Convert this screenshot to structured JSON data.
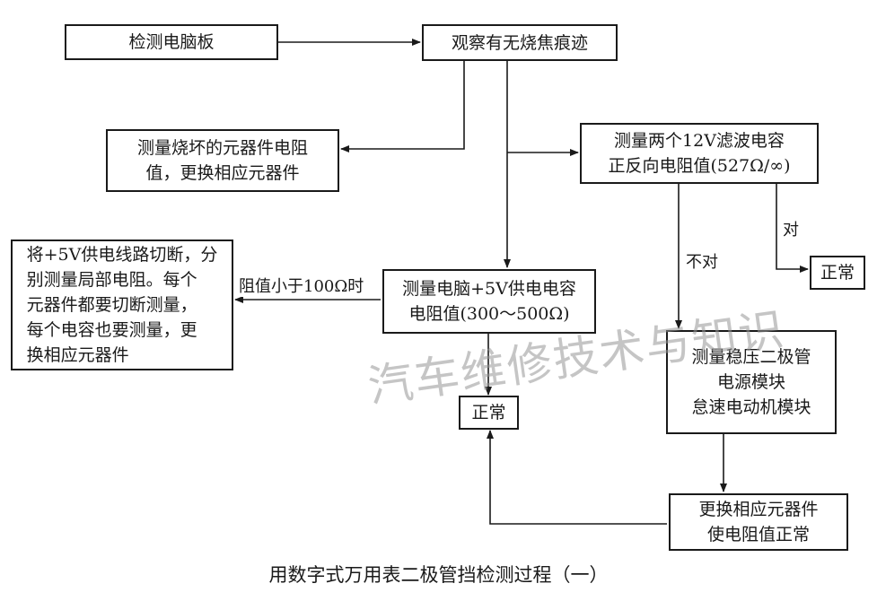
{
  "nodes": {
    "n1": "检测电脑板",
    "n2": "观察有无烧焦痕迹",
    "n3": "测量烧坏的元器件电阻\n值，更换相应元器件",
    "n4": "测量两个12V滤波电容\n正反向电阻值(527Ω/∞)",
    "n5": "将+5V供电线路切断，分\n别测量局部电阻。每个\n元器件都要切断测量，\n每个电容也要测量，更\n换相应元器件",
    "n6": "测量电脑+5V供电电容\n电阻值(300～500Ω)",
    "n7": "正常",
    "n8": "正常",
    "n9": "测量稳压二极管\n电源模块\n怠速电动机模块",
    "n10": "更换相应元器件\n使电阻值正常"
  },
  "edge_labels": {
    "resistance_low": "阻值小于100Ω时",
    "correct": "对",
    "incorrect": "不对"
  },
  "watermark": "汽车维修技术与知识",
  "caption": "用数字式万用表二极管挡检测过程（一）"
}
